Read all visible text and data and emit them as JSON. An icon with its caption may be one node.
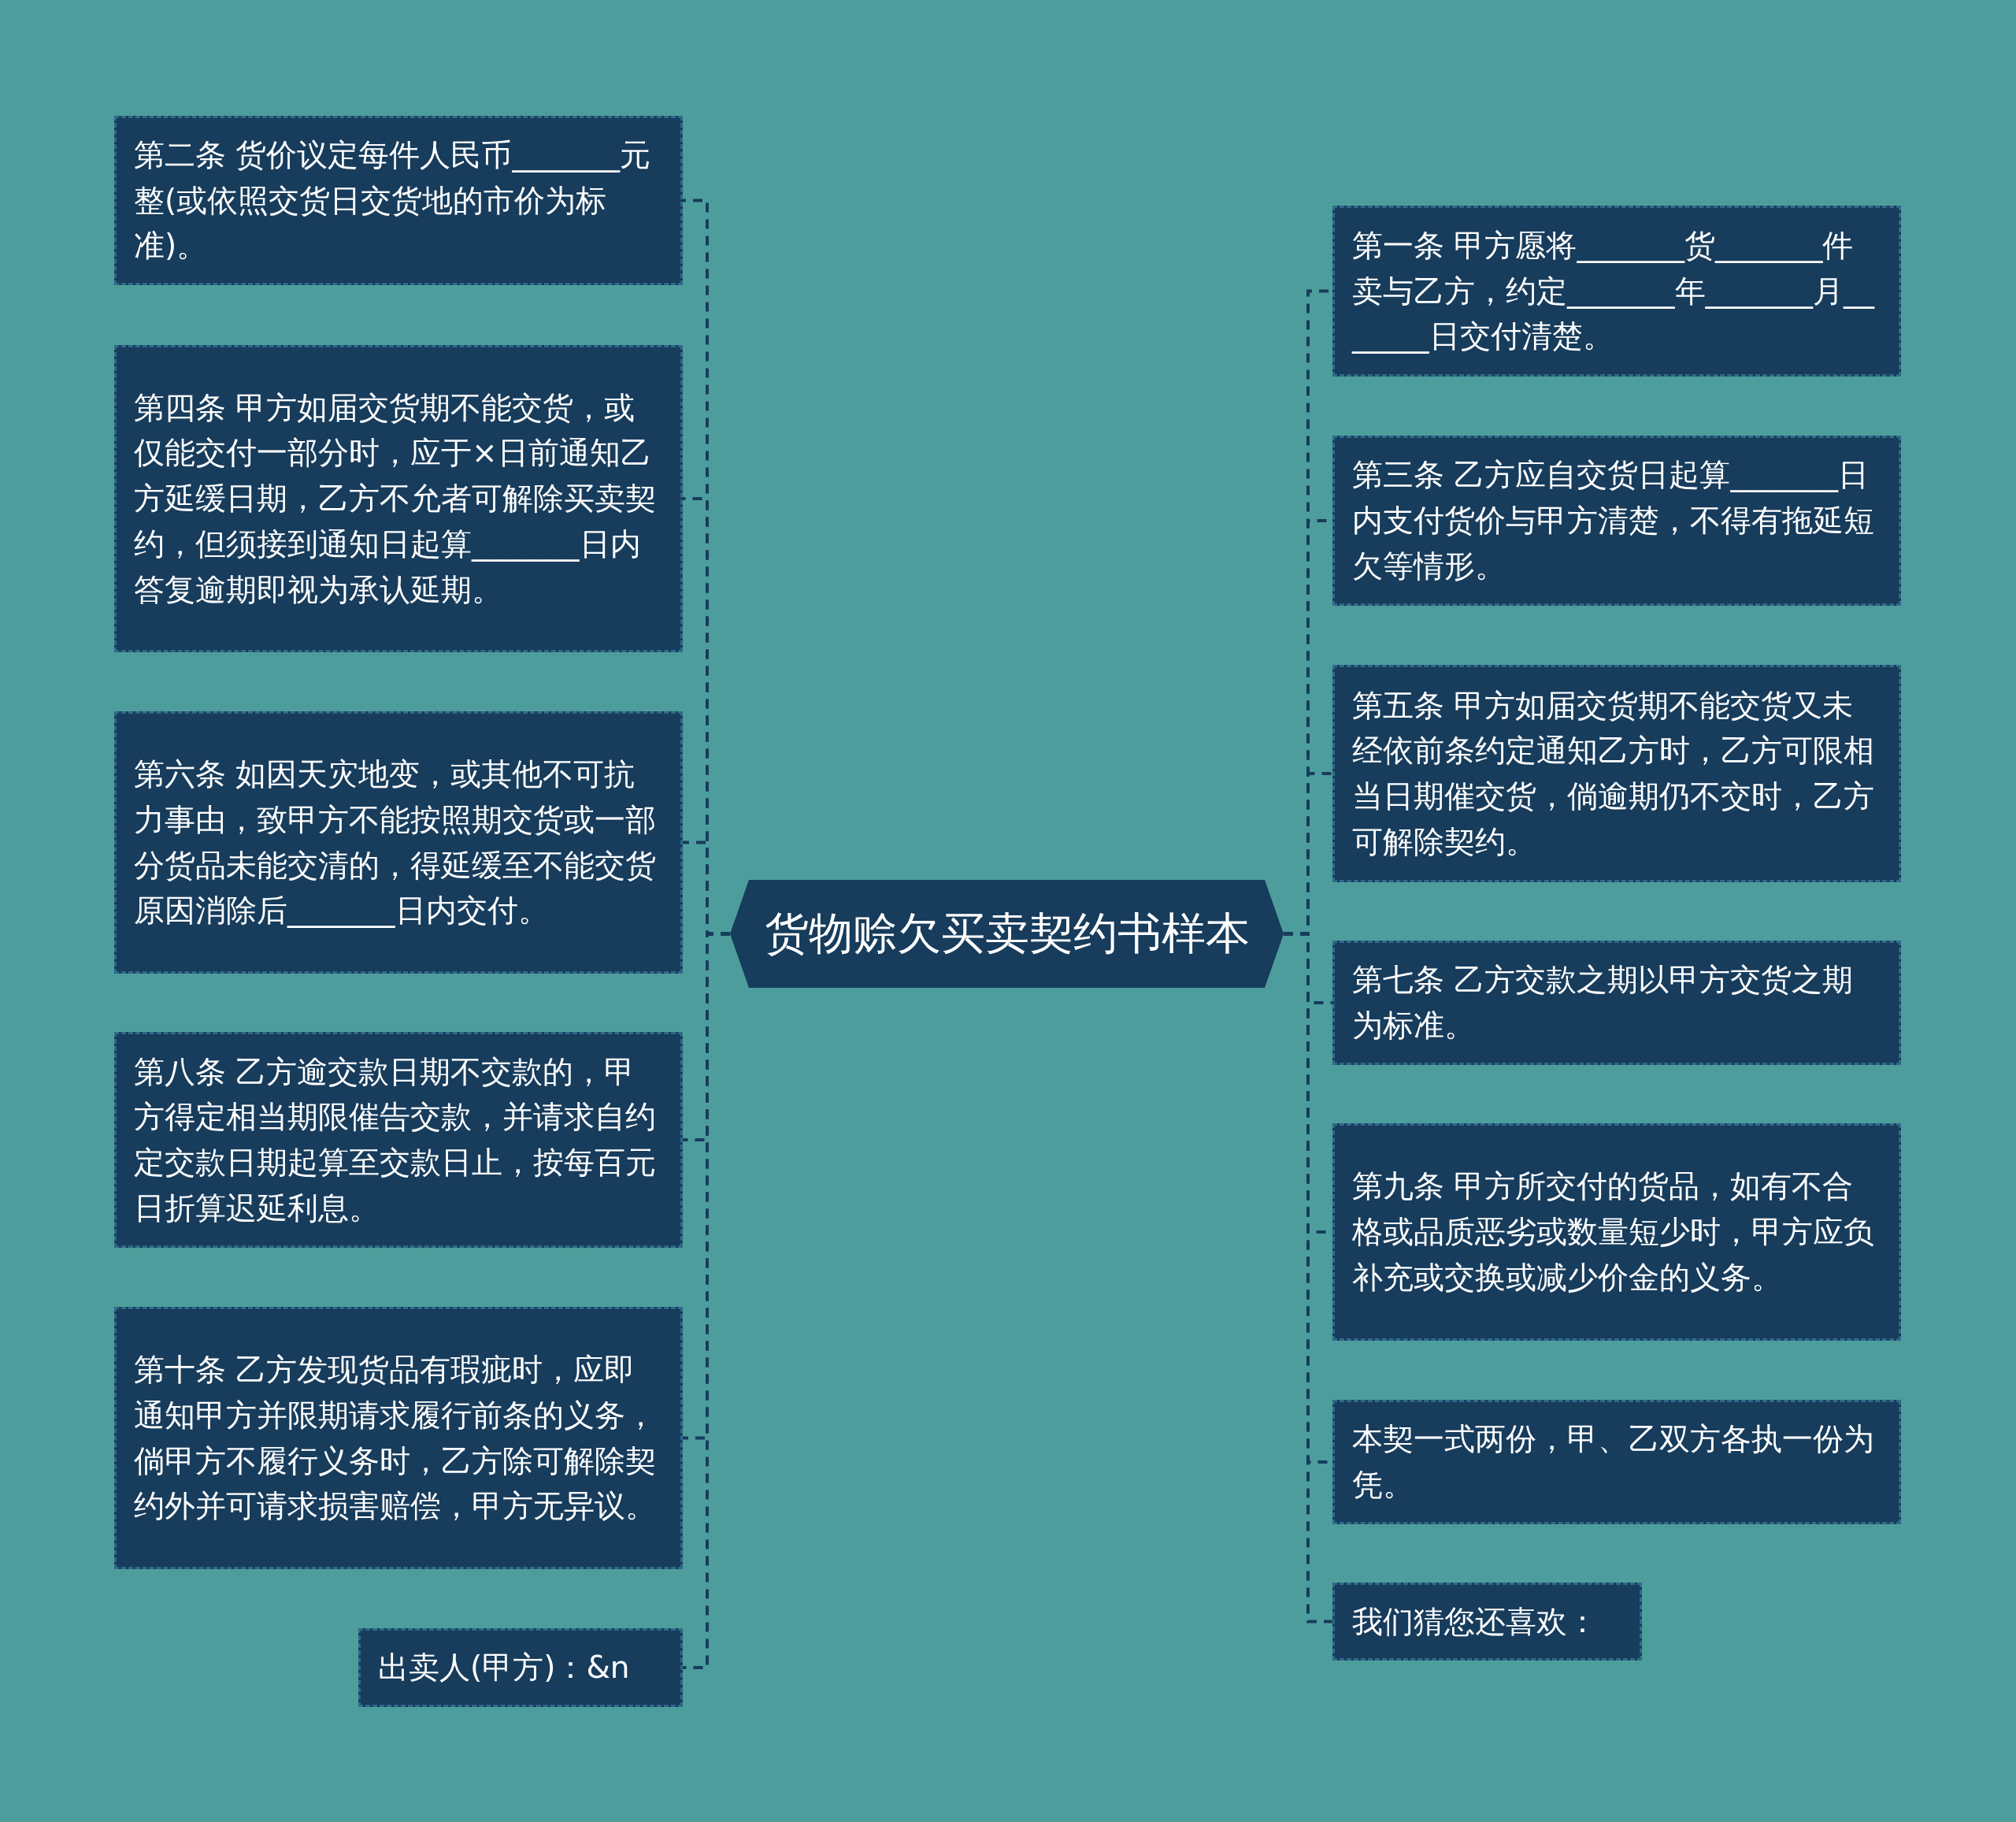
{
  "diagram": {
    "nodes": [
      {
        "text": [
          "货物赊欠买卖契约书样本"
        ]
      },
      {
        "text": [
          "第二条 货价议定每件人民币_______元整(或依照交货日交货地的市价为标准)。"
        ]
      },
      {
        "text": [
          "第四条 甲方如届交货期不能交货，或仅能交付一部分时，应于×日前通知乙方延缓日期，乙方不允者可解除买卖契约，但须接到通知日起算_______日内答复逾期即视为承认延期。"
        ]
      },
      {
        "text": [
          "第六条 如因天灾地变，或其他不可抗力事由，致甲方不能按照期交货或一部分货品未能交清的，得延缓至不能交货原因消除后_______日内交付。"
        ]
      },
      {
        "text": [
          "第八条 乙方逾交款日期不交款的，甲方得定相当期限催告交款，并请求自约定交款日期起算至交款日止，按每百元日折算迟延利息。"
        ]
      },
      {
        "text": [
          "第十条 乙方发现货品有瑕疵时，应即通知甲方并限期请求履行前条的义务，倘甲方不履行义务时，乙方除可解除契约外并可请求损害赔偿，甲方无异议。"
        ]
      },
      {
        "text": [
          "出卖人(甲方)：&n"
        ]
      },
      {
        "text": [
          "第一条 甲方愿将_______货_______件卖与乙方，约定_______年_______月_______日交付清楚。"
        ]
      },
      {
        "text": [
          "第三条 乙方应自交货日起算_______日内支付货价与甲方清楚，不得有拖延短欠等情形。"
        ]
      },
      {
        "text": [
          "第五条 甲方如届交货期不能交货又未经依前条约定通知乙方时，乙方可限相当日期催交货，倘逾期仍不交时，乙方可解除契约。"
        ]
      },
      {
        "text": [
          "第七条 乙方交款之期以甲方交货之期为标准。"
        ]
      },
      {
        "text": [
          "第九条 甲方所交付的货品，如有不合格或品质恶劣或数量短少时，甲方应负补充或交换或减少价金的义务。"
        ]
      },
      {
        "text": [
          "本契一式两份，甲、乙双方各执一份为凭。"
        ]
      },
      {
        "text": [
          "我们猜您还喜欢："
        ]
      }
    ],
    "edges": [
      {
        "from": 0,
        "to": 1,
        "arrow": "none",
        "style": "dashed"
      },
      {
        "from": 0,
        "to": 2,
        "arrow": "none",
        "style": "dashed"
      },
      {
        "from": 0,
        "to": 3,
        "arrow": "none",
        "style": "dashed"
      },
      {
        "from": 0,
        "to": 4,
        "arrow": "none",
        "style": "dashed"
      },
      {
        "from": 0,
        "to": 5,
        "arrow": "none",
        "style": "dashed"
      },
      {
        "from": 0,
        "to": 6,
        "arrow": "none",
        "style": "dashed"
      },
      {
        "from": 0,
        "to": 7,
        "arrow": "none",
        "style": "dashed"
      },
      {
        "from": 0,
        "to": 8,
        "arrow": "none",
        "style": "dashed"
      },
      {
        "from": 0,
        "to": 9,
        "arrow": "none",
        "style": "dashed"
      },
      {
        "from": 0,
        "to": 10,
        "arrow": "none",
        "style": "dashed"
      },
      {
        "from": 0,
        "to": 11,
        "arrow": "none",
        "style": "dashed"
      },
      {
        "from": 0,
        "to": 12,
        "arrow": "none",
        "style": "dashed"
      },
      {
        "from": 0,
        "to": 13,
        "arrow": "none",
        "style": "dashed"
      }
    ]
  }
}
